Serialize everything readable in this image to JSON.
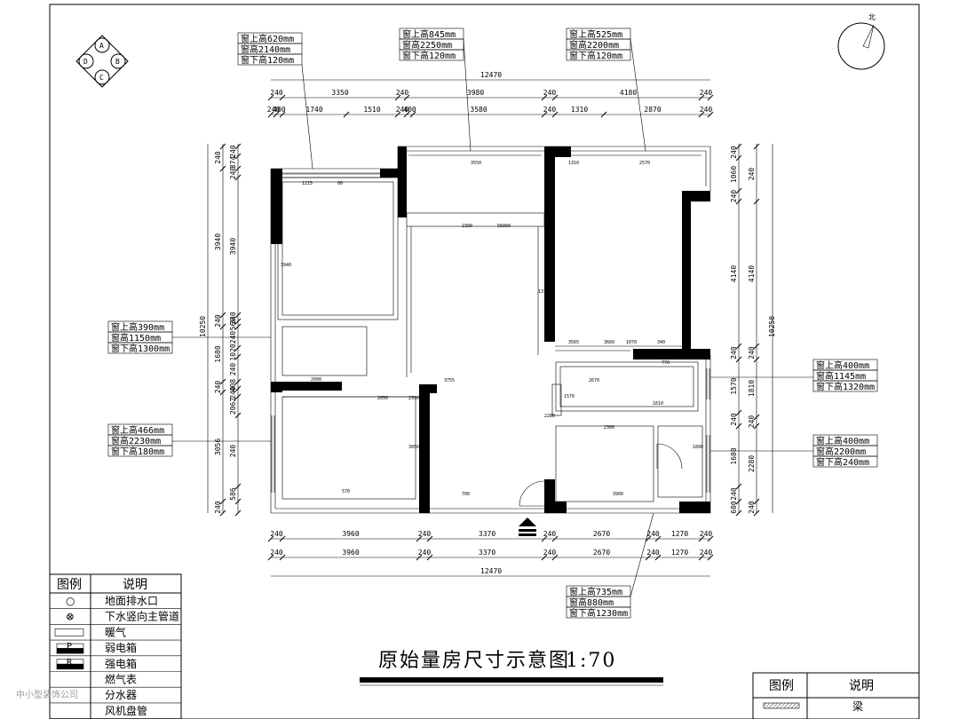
{
  "title": "原始量房尺寸示意图",
  "scale": "1:70",
  "north_label": "北",
  "compass_letters": [
    "A",
    "B",
    "C",
    "D"
  ],
  "window_notes": {
    "top_left": [
      "窗上高620mm",
      "窗高2140mm",
      "窗下高120mm"
    ],
    "top_mid": [
      "窗上高845mm",
      "窗高2250mm",
      "窗下高120mm"
    ],
    "top_right": [
      "窗上高525mm",
      "窗高2200mm",
      "窗下高120mm"
    ],
    "left_upper": [
      "窗上高390mm",
      "窗高1150mm",
      "窗下高1300mm"
    ],
    "left_lower": [
      "窗上高466mm",
      "窗高2230mm",
      "窗下高180mm"
    ],
    "right_upper": [
      "窗上高400mm",
      "窗高1145mm",
      "窗下高1320mm"
    ],
    "right_lower": [
      "窗上高400mm",
      "窗高2200mm",
      "窗下高240mm"
    ],
    "bottom": [
      "窗上高735mm",
      "窗高880mm",
      "窗下高1230mm"
    ]
  },
  "dims": {
    "total_width": "12470",
    "total_height": "10250",
    "top_row1": [
      "240",
      "3350",
      "240",
      "3980",
      "240",
      "4180",
      "240"
    ],
    "top_row2": [
      "240",
      "400",
      "1740",
      "1510",
      "240",
      "400",
      "3580",
      "240",
      "1310",
      "2870",
      "240"
    ],
    "bottom_row1": [
      "240",
      "3960",
      "240",
      "3370",
      "240",
      "2670",
      "240",
      "1270",
      "240"
    ],
    "bottom_row2": [
      "240",
      "3960",
      "240",
      "3370",
      "240",
      "2670",
      "240",
      "1270",
      "240"
    ],
    "left_outer": [
      "240",
      "3940",
      "240",
      "1680",
      "240",
      "3056",
      "240"
    ],
    "left_inner": [
      "240",
      "374",
      "240",
      "3940",
      "240",
      "560",
      "240",
      "1020",
      "240",
      "408",
      "240",
      "2062",
      "240",
      "586"
    ],
    "right_outer": [
      "240",
      "4140",
      "240",
      "1810",
      "240",
      "2280",
      "240"
    ],
    "right_inner": [
      "240",
      "1060",
      "240",
      "4140",
      "240",
      "1570",
      "240",
      "1680",
      "240",
      "600"
    ],
    "room": [
      "1215",
      "00",
      "3550",
      "1310",
      "2570",
      "3940",
      "2390",
      "56000",
      "3565",
      "3660",
      "1070",
      "340",
      "770",
      "1370",
      "2000",
      "3755",
      "2050",
      "2390",
      "570",
      "700",
      "3900",
      "2300",
      "2670",
      "2280",
      "1570",
      "1610",
      "1890",
      "3056"
    ]
  },
  "legend": {
    "header": [
      "图例",
      "说明"
    ],
    "items": [
      {
        "symbol": "○",
        "text": "地面排水口"
      },
      {
        "symbol": "⊗",
        "text": "下水竖向主管道"
      },
      {
        "symbol": "",
        "text": "暖气"
      },
      {
        "symbol": "P",
        "text": "弱电箱"
      },
      {
        "symbol": "R",
        "text": "强电箱"
      },
      {
        "symbol": "",
        "text": "燃气表"
      },
      {
        "symbol": "",
        "text": "分水器"
      },
      {
        "symbol": "",
        "text": "风机盘管"
      }
    ]
  },
  "legend2": {
    "header": [
      "图例",
      "说明"
    ],
    "items": [
      {
        "symbol": "",
        "text": "梁"
      }
    ]
  },
  "watermark": "中小型装饰公司"
}
